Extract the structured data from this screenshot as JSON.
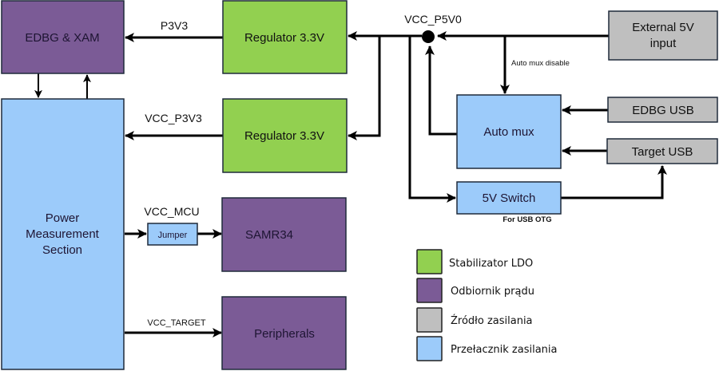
{
  "diagram": {
    "colors": {
      "ldo": "#92d050",
      "load": "#7b5b96",
      "source": "#bfbfbf",
      "switch": "#9ccbfa"
    },
    "blocks": {
      "edbg_xam": "EDBG & XAM",
      "regulator_top": "Regulator 3.3V",
      "regulator_mid": "Regulator 3.3V",
      "external_5v_line1": "External 5V",
      "external_5v_line2": "input",
      "auto_mux": "Auto mux",
      "edbg_usb": "EDBG USB",
      "target_usb": "Target USB",
      "switch_5v": "5V Switch",
      "power_meas_line1": "Power",
      "power_meas_line2": "Measurement",
      "power_meas_line3": "Section",
      "jumper": "Jumper",
      "samr34": "SAMR34",
      "peripherals": "Peripherals"
    },
    "net_labels": {
      "p3v3": "P3V3",
      "vcc_p5v0": "VCC_P5V0",
      "auto_mux_disable": "Auto mux disable",
      "vcc_p3v3": "VCC_P3V3",
      "vcc_mcu": "VCC_MCU",
      "vcc_target": "VCC_TARGET",
      "for_usb_otg": "For USB OTG"
    },
    "legend": [
      {
        "label": "Stabilizator LDO",
        "color_key": "ldo"
      },
      {
        "label": "Odbiornik prądu",
        "color_key": "load"
      },
      {
        "label": "Źródło zasilania",
        "color_key": "source"
      },
      {
        "label": "Przełacznik zasilania",
        "color_key": "switch"
      }
    ]
  }
}
